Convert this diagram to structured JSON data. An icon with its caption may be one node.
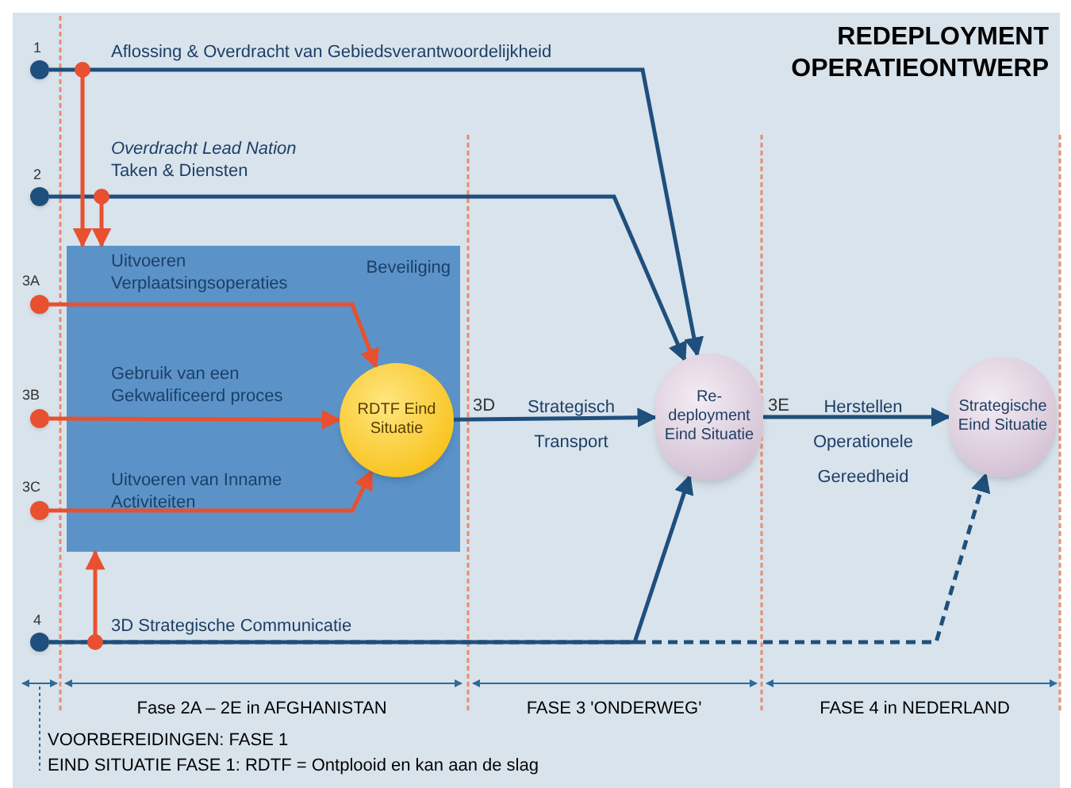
{
  "diagram": {
    "title": "REDEPLOYMENT OPERATIEONTWERP",
    "nodes": [
      {
        "text": [],
        "shape": "circle",
        "beside": [
          "1"
        ]
      },
      {
        "text": [],
        "shape": "circle",
        "beside": [
          "2"
        ]
      },
      {
        "text": [],
        "shape": "circle",
        "beside": [
          "3A"
        ]
      },
      {
        "text": [],
        "shape": "circle",
        "beside": [
          "3B"
        ]
      },
      {
        "text": [],
        "shape": "circle",
        "beside": [
          "3C"
        ]
      },
      {
        "text": [],
        "shape": "circle",
        "beside": [
          "4"
        ]
      },
      {
        "text": [
          "Beveiliging"
        ]
      },
      {
        "text": [
          "RDTF Eind Situatie"
        ],
        "in": 6
      },
      {
        "text": [
          "Re-deployment Eind Situatie"
        ]
      },
      {
        "text": [
          "Strategische Eind Situatie"
        ]
      }
    ],
    "edges": [
      {
        "from": 0,
        "to": 8,
        "arrow": "to",
        "label": "Aflossing & Overdracht van Gebiedsverantwoordelijkheid"
      },
      {
        "from": 1,
        "to": 8,
        "arrow": "to",
        "label": "*Overdracht Lead Nation* Taken & Diensten"
      },
      {
        "from": 2,
        "to": 7,
        "arrow": "to",
        "label": "Uitvoeren Verplaatsingsoperaties",
        "color": "#e8502f"
      },
      {
        "from": 3,
        "to": 7,
        "arrow": "to",
        "label": "Gebruik van een Gekwalificeerd proces",
        "color": "#e8502f"
      },
      {
        "from": 4,
        "to": 7,
        "arrow": "to",
        "label": "Uitvoeren van Inname Activiteiten",
        "color": "#e8502f"
      },
      {
        "from": 7,
        "to": 8,
        "arrow": "to",
        "label": "Strategisch Transport"
      },
      {
        "from": 8,
        "to": 9,
        "arrow": "to",
        "label": "Herstellen Operationele Gereedheid"
      },
      {
        "from": 5,
        "to": 8,
        "arrow": "to",
        "label": "3D Strategische Communicatie"
      },
      {
        "from": 5,
        "to": 9,
        "arrow": "to",
        "style": "dashed"
      },
      {
        "from": 0,
        "to": 6,
        "arrow": "to",
        "color": "#e8502f"
      },
      {
        "from": 1,
        "to": 6,
        "arrow": "to",
        "color": "#e8502f"
      },
      {
        "from": 5,
        "to": 6,
        "arrow": "to",
        "color": "#e8502f"
      }
    ],
    "labels": [
      "3D",
      "3E",
      "Fase 2A – 2E in AFGHANISTAN",
      "FASE 3 'ONDERWEG'",
      "FASE 4 in NEDERLAND",
      "VOORBEREIDINGEN: FASE 1",
      "EIND SITUATIE FASE 1: RDTF = Ontplooid en kan aan de slag"
    ]
  }
}
